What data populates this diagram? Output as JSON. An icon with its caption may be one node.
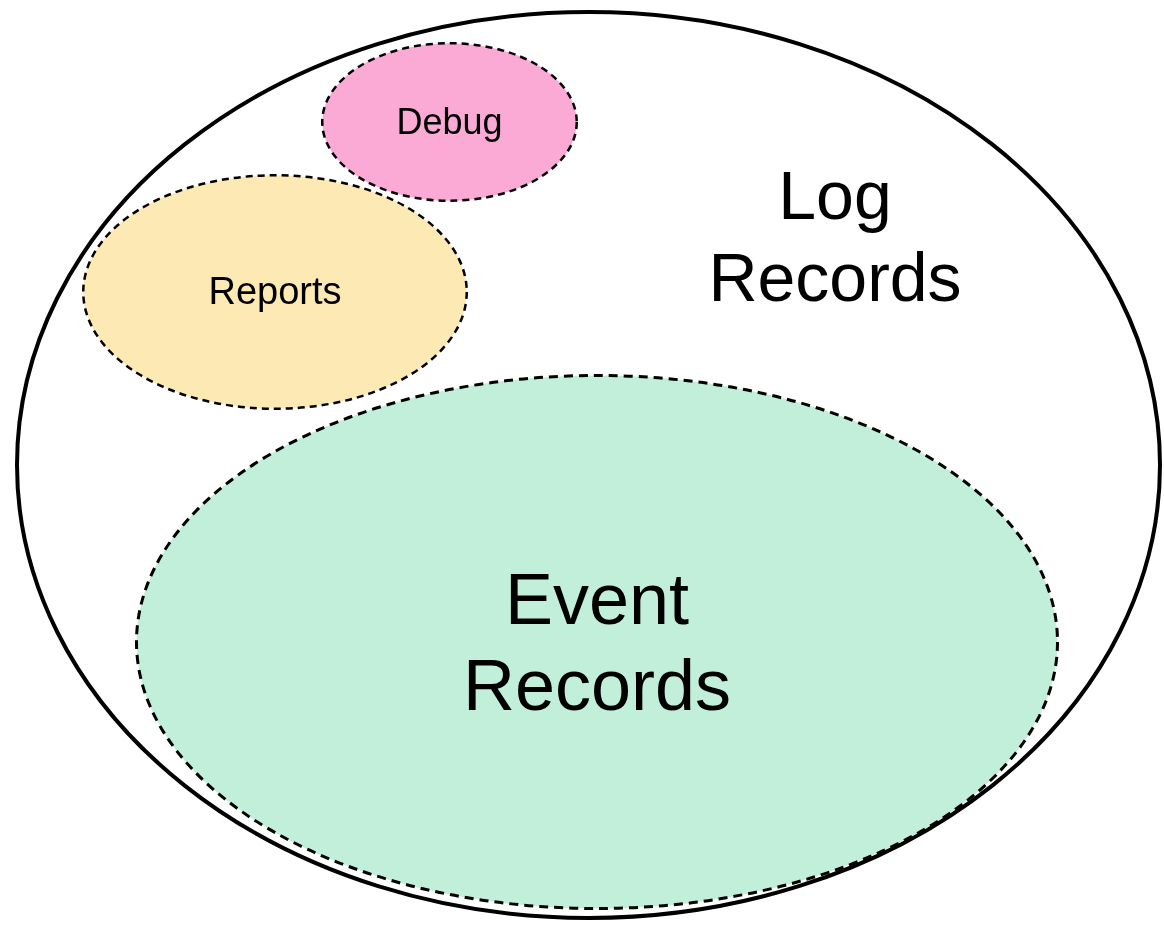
{
  "diagram": {
    "nodes": [
      {
        "text": [
          "Log Records"
        ]
      },
      {
        "text": [
          "Debug"
        ],
        "in": 0
      },
      {
        "text": [
          "Reports"
        ],
        "in": 0
      },
      {
        "text": [
          "Event Records"
        ],
        "in": 0
      }
    ]
  }
}
